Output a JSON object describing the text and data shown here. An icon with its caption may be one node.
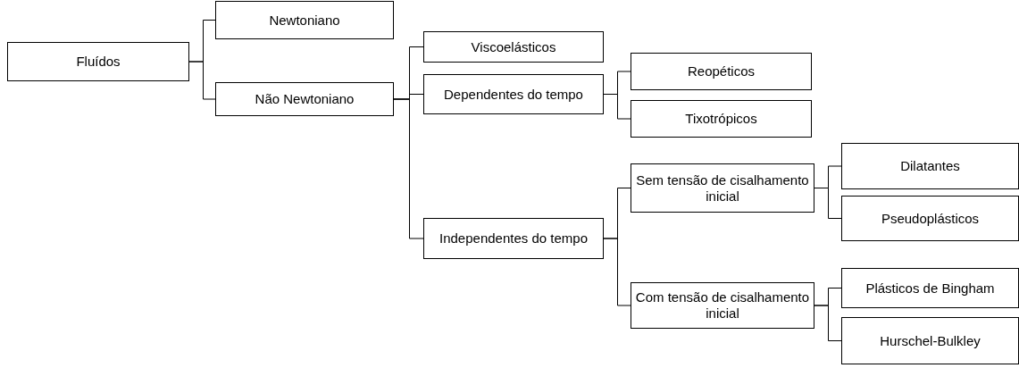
{
  "diagram": {
    "nodes": [
      {
        "text": [
          "Fluídos"
        ]
      },
      {
        "text": [
          "Newtoniano"
        ]
      },
      {
        "text": [
          "Não Newtoniano"
        ]
      },
      {
        "text": [
          "Viscoelásticos"
        ]
      },
      {
        "text": [
          "Dependentes do tempo"
        ]
      },
      {
        "text": [
          "Reopéticos"
        ]
      },
      {
        "text": [
          "Tixotrópicos"
        ]
      },
      {
        "text": [
          "Independentes do tempo"
        ]
      },
      {
        "text": [
          "Sem tensão de cisalhamento inicial"
        ]
      },
      {
        "text": [
          "Dilatantes"
        ]
      },
      {
        "text": [
          "Pseudoplásticos"
        ]
      },
      {
        "text": [
          "Com tensão de cisalhamento inicial"
        ]
      },
      {
        "text": [
          "Plásticos de Bingham"
        ]
      },
      {
        "text": [
          "Hurschel-Bulkley"
        ]
      }
    ],
    "edges": [
      {
        "from": 0,
        "to": 1,
        "arrow": "none"
      },
      {
        "from": 0,
        "to": 2,
        "arrow": "none"
      },
      {
        "from": 2,
        "to": 3,
        "arrow": "none"
      },
      {
        "from": 2,
        "to": 4,
        "arrow": "none"
      },
      {
        "from": 2,
        "to": 7,
        "arrow": "none"
      },
      {
        "from": 4,
        "to": 5,
        "arrow": "none"
      },
      {
        "from": 4,
        "to": 6,
        "arrow": "none"
      },
      {
        "from": 7,
        "to": 8,
        "arrow": "none"
      },
      {
        "from": 7,
        "to": 11,
        "arrow": "none"
      },
      {
        "from": 8,
        "to": 9,
        "arrow": "none"
      },
      {
        "from": 8,
        "to": 10,
        "arrow": "none"
      },
      {
        "from": 11,
        "to": 12,
        "arrow": "none"
      },
      {
        "from": 11,
        "to": 13,
        "arrow": "none"
      }
    ]
  }
}
